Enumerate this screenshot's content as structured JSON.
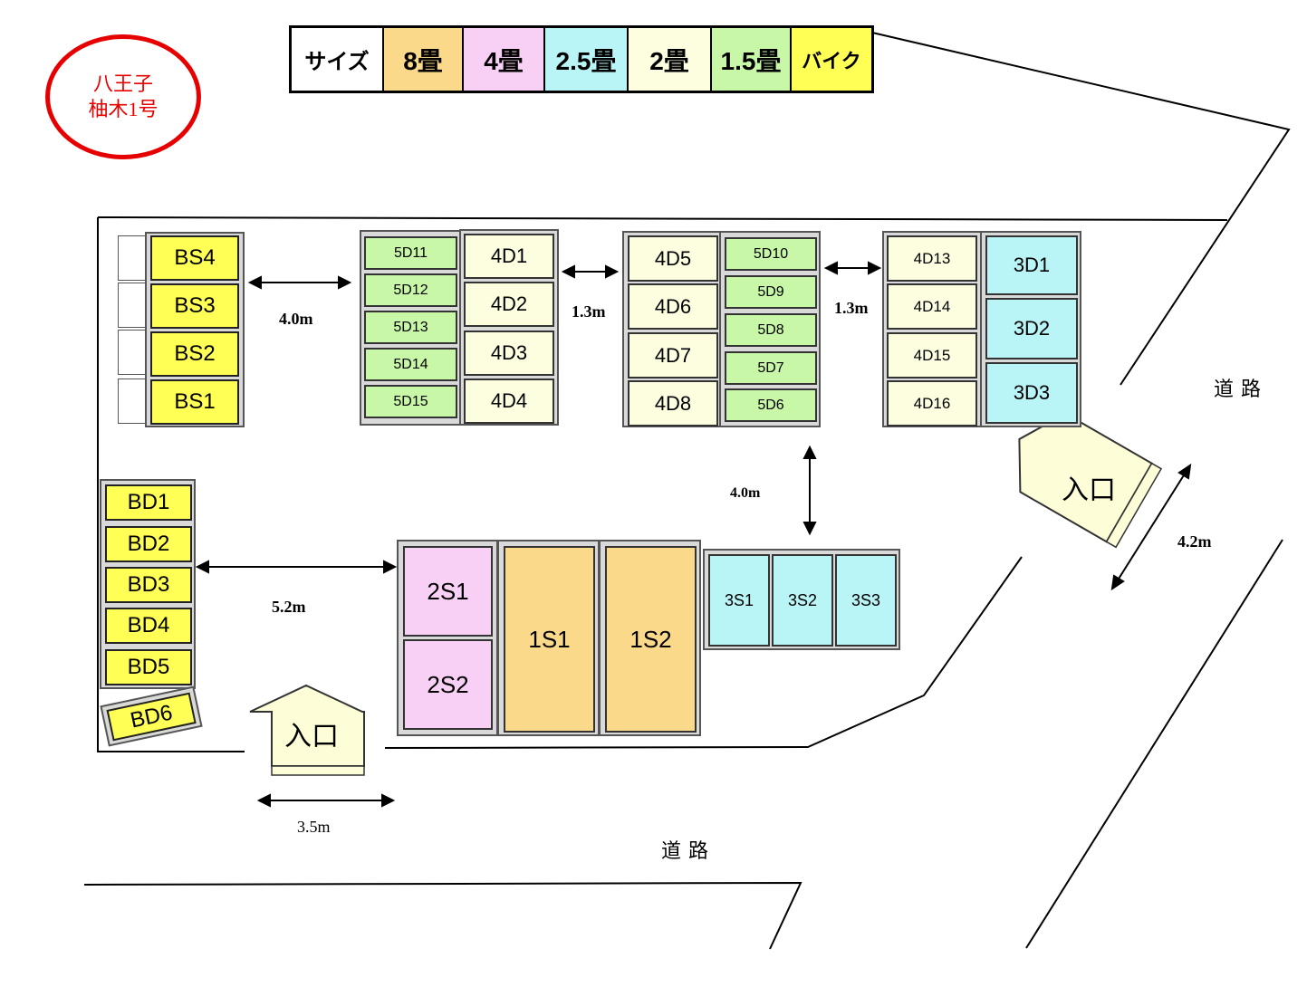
{
  "site_label": {
    "line1": "八王子",
    "line2": "柚木1号",
    "color": "#e60000"
  },
  "legend": [
    {
      "label": "サイズ",
      "color": "#ffffff"
    },
    {
      "label": "8畳",
      "color": "#fbd98a"
    },
    {
      "label": "4畳",
      "color": "#f9d0f5"
    },
    {
      "label": "2.5畳",
      "color": "#b9f5f7"
    },
    {
      "label": "2畳",
      "color": "#fdfde0"
    },
    {
      "label": "1.5畳",
      "color": "#c8f7a8"
    },
    {
      "label": "バイク",
      "color": "#ffff55"
    }
  ],
  "units": {
    "bs": [
      "BS4",
      "BS3",
      "BS2",
      "BS1"
    ],
    "d5_left": [
      "5D11",
      "5D12",
      "5D13",
      "5D14",
      "5D15"
    ],
    "d4_left": [
      "4D1",
      "4D2",
      "4D3",
      "4D4"
    ],
    "d4_mid": [
      "4D5",
      "4D6",
      "4D7",
      "4D8"
    ],
    "d5_mid": [
      "5D10",
      "5D9",
      "5D8",
      "5D7",
      "5D6"
    ],
    "d4_right": [
      "4D13",
      "4D14",
      "4D15",
      "4D16"
    ],
    "d3": [
      "3D1",
      "3D2",
      "3D3"
    ],
    "bd": [
      "BD1",
      "BD2",
      "BD3",
      "BD4",
      "BD5",
      "BD6"
    ],
    "s2": [
      "2S1",
      "2S2"
    ],
    "s1": [
      "1S1",
      "1S2"
    ],
    "s3": [
      "3S1",
      "3S2",
      "3S3"
    ]
  },
  "dimensions": {
    "gap_bs": "4.0m",
    "gap_mid1": "1.3m",
    "gap_mid2": "1.3m",
    "gap_vertical": "4.0m",
    "gap_bd": "5.2m",
    "entrance_bottom_width": "3.5m",
    "entrance_right_width": "4.2m"
  },
  "entrance_label": "入口",
  "road_label": "道路"
}
